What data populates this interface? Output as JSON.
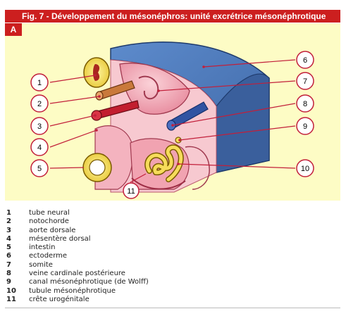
{
  "title": "Fig. 7 - Développement du mésonéphros: unité excrétrice mésonéphrotique",
  "panel_label": "A",
  "colors": {
    "accent": "#cc1f1f",
    "figure_bg": "#fdfcc5",
    "somite": "#f3a6b4",
    "ectoderm_blue": "#4a77b8",
    "callout_line": "#c21f3a"
  },
  "callouts": [
    "1",
    "2",
    "3",
    "4",
    "5",
    "6",
    "7",
    "8",
    "9",
    "10",
    "11"
  ],
  "legend": [
    {
      "num": "1",
      "label": "tube neural"
    },
    {
      "num": "2",
      "label": "notochorde"
    },
    {
      "num": "3",
      "label": "aorte dorsale"
    },
    {
      "num": "4",
      "label": "mésentère dorsal"
    },
    {
      "num": "5",
      "label": "intestin"
    },
    {
      "num": "6",
      "label": "ectoderme"
    },
    {
      "num": "7",
      "label": "somite"
    },
    {
      "num": "8",
      "label": "veine cardinale postérieure"
    },
    {
      "num": "9",
      "label": "canal mésonéphrotique (de Wolff)"
    },
    {
      "num": "10",
      "label": "tubule mésonéphrotique"
    },
    {
      "num": "11",
      "label": "crête urogénitale"
    }
  ]
}
